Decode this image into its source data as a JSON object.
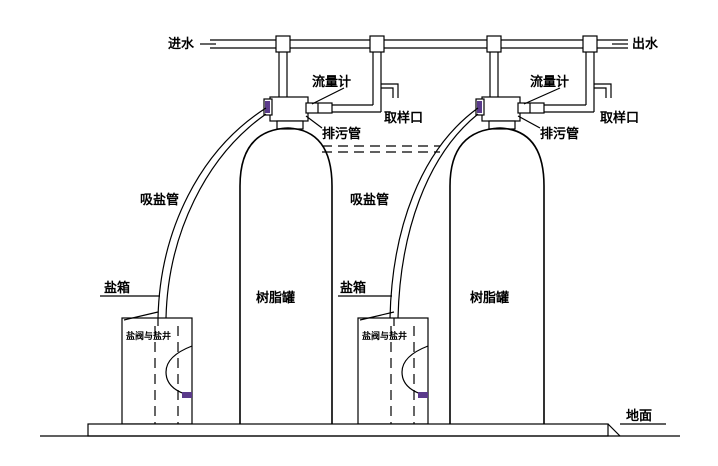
{
  "labels": {
    "inlet": "进水",
    "outlet": "出水",
    "flowmeter": "流量计",
    "sample_port": "取样口",
    "drain_pipe": "排污管",
    "brine_suction": "吸盐管",
    "salt_tank": "盐箱",
    "resin_tank": "树脂罐",
    "brine_valve": "盐阀与盐井",
    "ground": "地面"
  },
  "colors": {
    "line": "#000000",
    "valve_accent": "#5a3a8a",
    "background": "#ffffff"
  }
}
